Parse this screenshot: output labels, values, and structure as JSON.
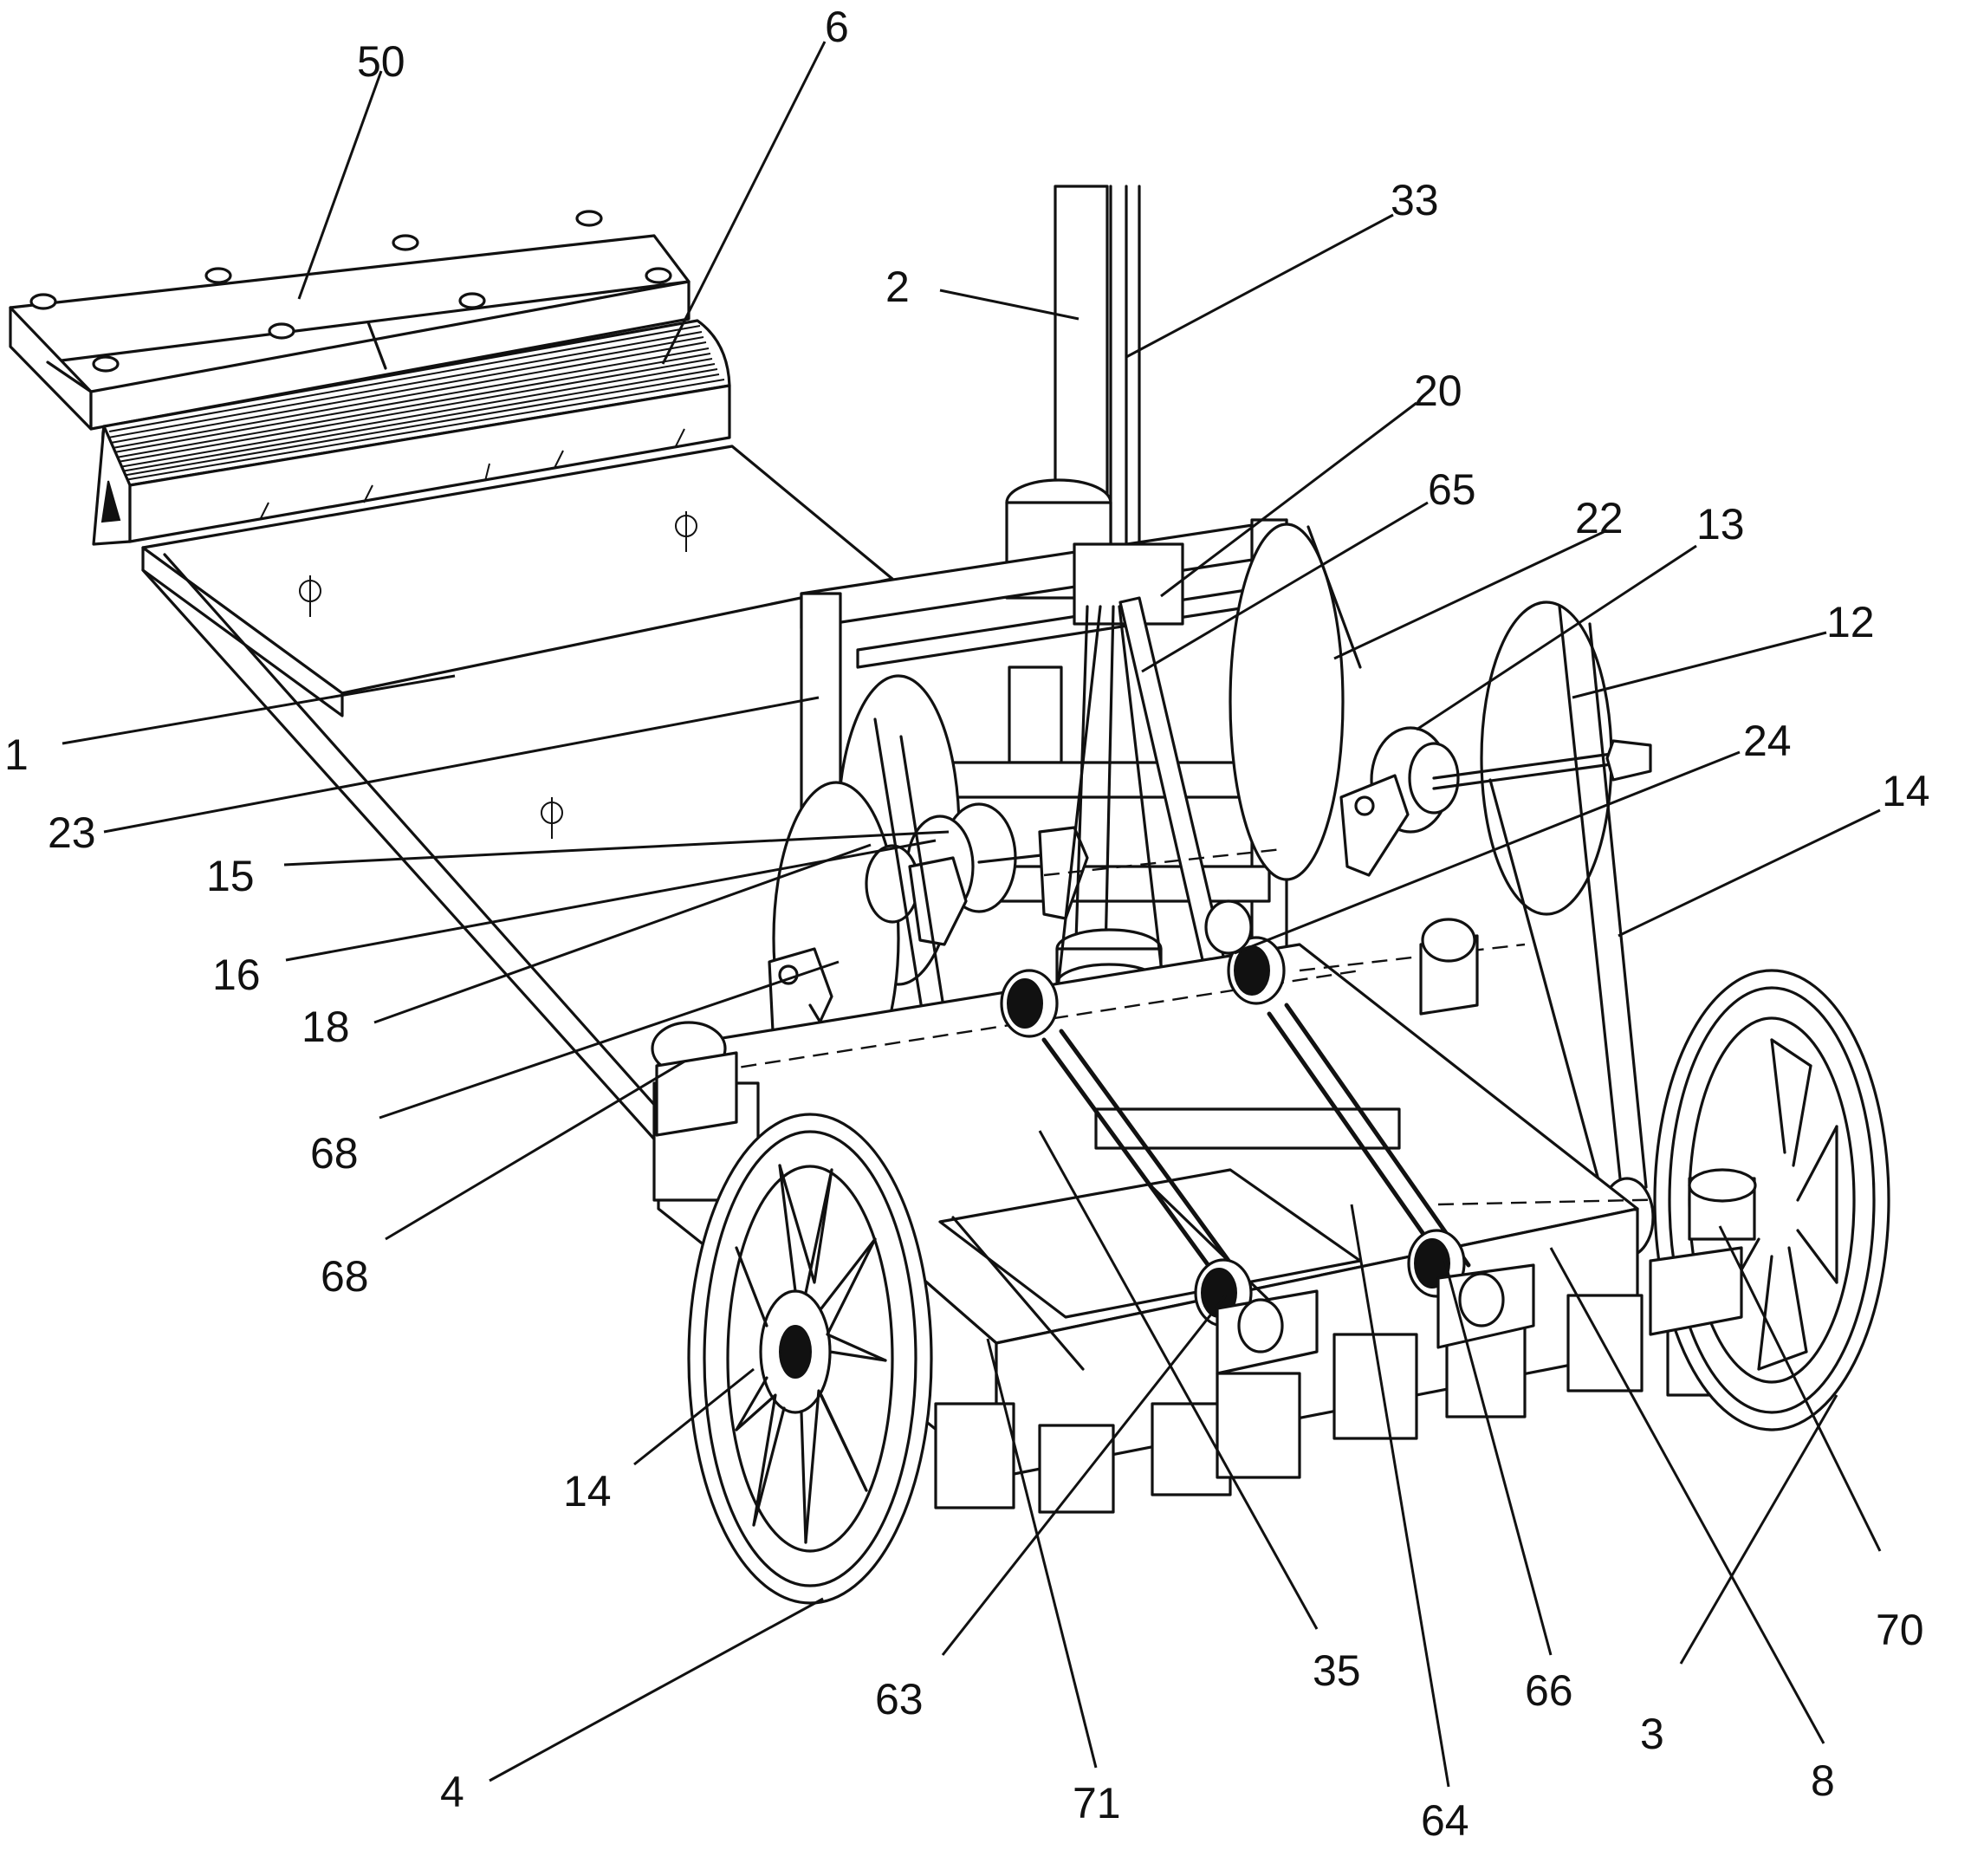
{
  "labels": [
    {
      "id": "50",
      "text": "50"
    },
    {
      "id": "6",
      "text": "6"
    },
    {
      "id": "33",
      "text": "33"
    },
    {
      "id": "2",
      "text": "2"
    },
    {
      "id": "20",
      "text": "20"
    },
    {
      "id": "65",
      "text": "65"
    },
    {
      "id": "22",
      "text": "22"
    },
    {
      "id": "13",
      "text": "13"
    },
    {
      "id": "12",
      "text": "12"
    },
    {
      "id": "24",
      "text": "24"
    },
    {
      "id": "14a",
      "text": "14"
    },
    {
      "id": "1",
      "text": "1"
    },
    {
      "id": "23",
      "text": "23"
    },
    {
      "id": "15",
      "text": "15"
    },
    {
      "id": "16",
      "text": "16"
    },
    {
      "id": "18",
      "text": "18"
    },
    {
      "id": "68a",
      "text": "68"
    },
    {
      "id": "68b",
      "text": "68"
    },
    {
      "id": "14b",
      "text": "14"
    },
    {
      "id": "4",
      "text": "4"
    },
    {
      "id": "63",
      "text": "63"
    },
    {
      "id": "71",
      "text": "71"
    },
    {
      "id": "35",
      "text": "35"
    },
    {
      "id": "64",
      "text": "64"
    },
    {
      "id": "66",
      "text": "66"
    },
    {
      "id": "3",
      "text": "3"
    },
    {
      "id": "8",
      "text": "8"
    },
    {
      "id": "70",
      "text": "70"
    }
  ]
}
